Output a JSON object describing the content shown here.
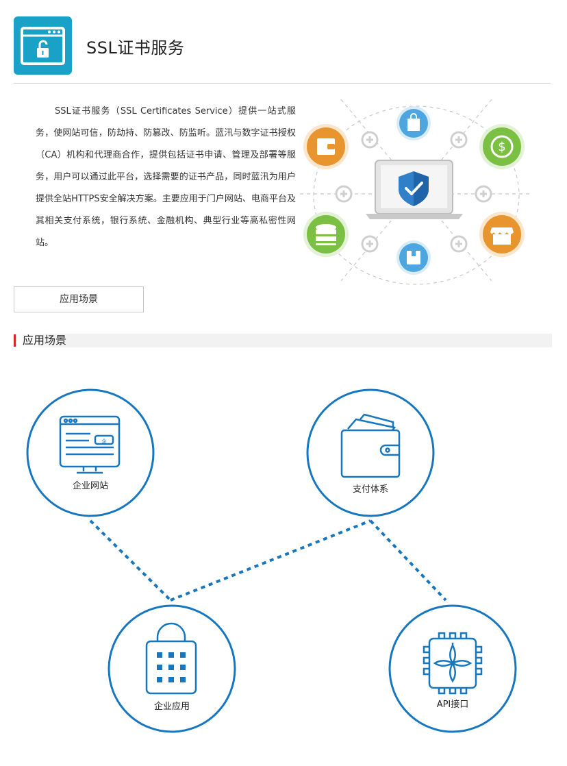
{
  "header": {
    "title": "SSL证书服务",
    "icon": "unlocked-browser-icon",
    "icon_color": "#1aa1c8"
  },
  "intro": {
    "text": "SSL证书服务（SSL Certificates Service）提供一站式服务，使网站可信，防劫持、防篡改、防监听。蓝汛与数字证书授权（CA）机构和代理商合作，提供包括证书申请、管理及部署等服务，用户可以通过此平台，选择需要的证书产品，同时蓝汛为用户提供全站HTTPS安全解决方案。主要应用于门户网站、电商平台及其相关支付系统，银行系统、金融机构、典型行业等高私密性网站。"
  },
  "hero": {
    "center_icon": "laptop-shield-icon",
    "orbit_icons": [
      "shopping-bag-icon",
      "dollar-icon",
      "store-icon",
      "package-icon",
      "database-icon",
      "wallet-icon"
    ],
    "colors": {
      "orange": "#e8952f",
      "green": "#7cc043",
      "blue": "#4da6e0",
      "shield": "#2f7fc9"
    }
  },
  "scenario_button": {
    "label": "应用场景"
  },
  "section": {
    "title": "应用场景",
    "accent": "#d9232d"
  },
  "scenarios": {
    "accent": "#1677c0",
    "items": [
      {
        "label": "企业网站",
        "icon": "monitor-website-icon"
      },
      {
        "label": "支付体系",
        "icon": "wallet-icon"
      },
      {
        "label": "企业应用",
        "icon": "building-icon"
      },
      {
        "label": "API接口",
        "icon": "chip-icon"
      }
    ]
  }
}
